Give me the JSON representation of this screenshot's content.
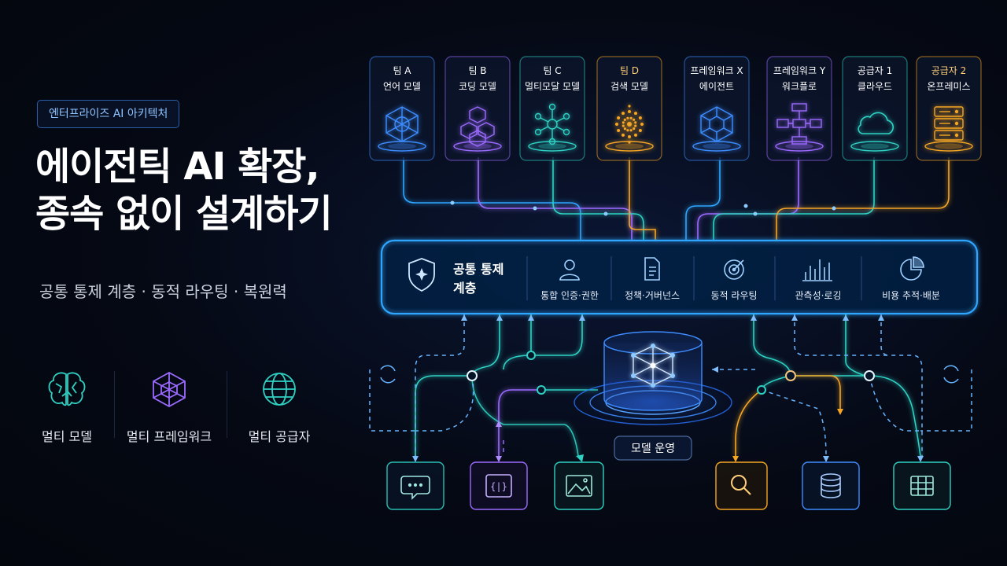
{
  "header": {
    "badge": "엔터프라이즈 AI 아키텍처",
    "title_line1": "에이전틱 AI 확장,",
    "title_line2": "종속 없이 설계하기",
    "subtitle": "공통 통제 계층 · 동적 라우팅 · 복원력"
  },
  "features": [
    {
      "label": "멀티 모델",
      "icon": "brain-icon"
    },
    {
      "label": "멀티 프레임워크",
      "icon": "framework-cube-icon"
    },
    {
      "label": "멀티 공급자",
      "icon": "globe-icon"
    }
  ],
  "top_cards": [
    {
      "line1": "팀 A",
      "line2": "언어 모델",
      "icon": "network-icon",
      "color": "#3d8dff"
    },
    {
      "line1": "팀 B",
      "line2": "코딩 모델",
      "icon": "cubes-icon",
      "color": "#9b6bff"
    },
    {
      "line1": "팀 C",
      "line2": "멀티모달 모델",
      "icon": "nodes-icon",
      "color": "#2fd1c3"
    },
    {
      "line1": "팀 D",
      "line2": "검색 모델",
      "icon": "sphere-icon",
      "color": "#f5a623"
    },
    {
      "line1": "프레임워크 X",
      "line2": "에이전트",
      "icon": "hexagon-icon",
      "color": "#3d8dff"
    },
    {
      "line1": "프레임워크 Y",
      "line2": "워크플로",
      "icon": "workflow-icon",
      "color": "#9b6bff"
    },
    {
      "line1": "공급자 1",
      "line2": "클라우드",
      "icon": "cloud-icon",
      "color": "#2fd1c3"
    },
    {
      "line1": "공급자 2",
      "line2": "온프레미스",
      "icon": "server-icon",
      "color": "#f5a623"
    }
  ],
  "control_layer": {
    "title_line1": "공통 통제",
    "title_line2": "계층",
    "icon": "shield-icon",
    "segments": [
      {
        "label": "통합 인증·권한",
        "icon": "user-icon"
      },
      {
        "label": "정책·거버넌스",
        "icon": "document-icon"
      },
      {
        "label": "동적 라우팅",
        "icon": "target-icon"
      },
      {
        "label": "관측성·로깅",
        "icon": "bar-chart-icon"
      },
      {
        "label": "비용 추적·배분",
        "icon": "pie-chart-icon"
      }
    ]
  },
  "model_ops": {
    "label": "모델 운영",
    "icon": "model-cube-icon"
  },
  "bottom_nodes": [
    {
      "icon": "chat-icon",
      "color": "#2fd1c3"
    },
    {
      "icon": "code-braces-icon",
      "color": "#9b6bff"
    },
    {
      "icon": "image-icon",
      "color": "#2fd1c3"
    },
    {
      "icon": "search-icon",
      "color": "#f5a623"
    },
    {
      "icon": "database-icon",
      "color": "#3d8dff"
    },
    {
      "icon": "table-icon",
      "color": "#2fd1c3"
    }
  ]
}
